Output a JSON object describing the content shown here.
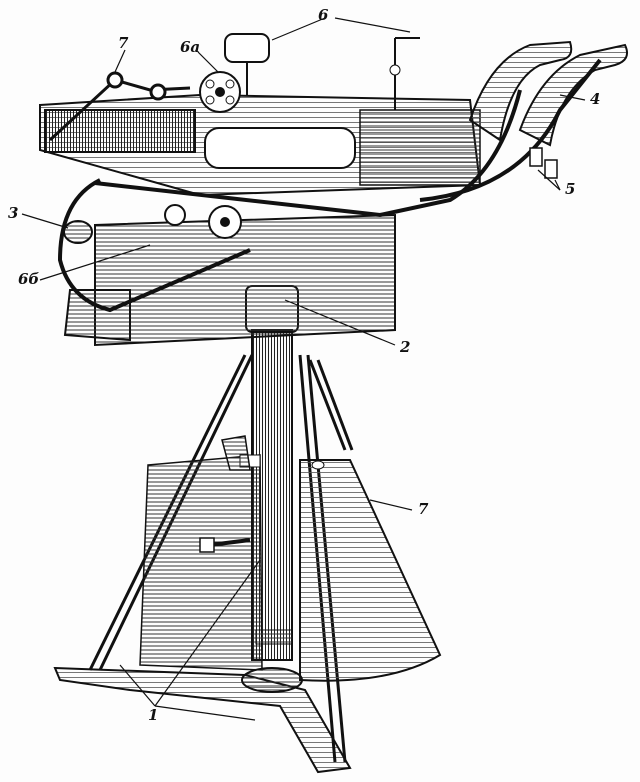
{
  "labels": {
    "l7_top": "7",
    "l6": "6",
    "l6a": "6а",
    "l4": "4",
    "l3": "3",
    "l5": "5",
    "l6b": "6б",
    "l2": "2",
    "l7_cone": "7",
    "l1": "1"
  }
}
